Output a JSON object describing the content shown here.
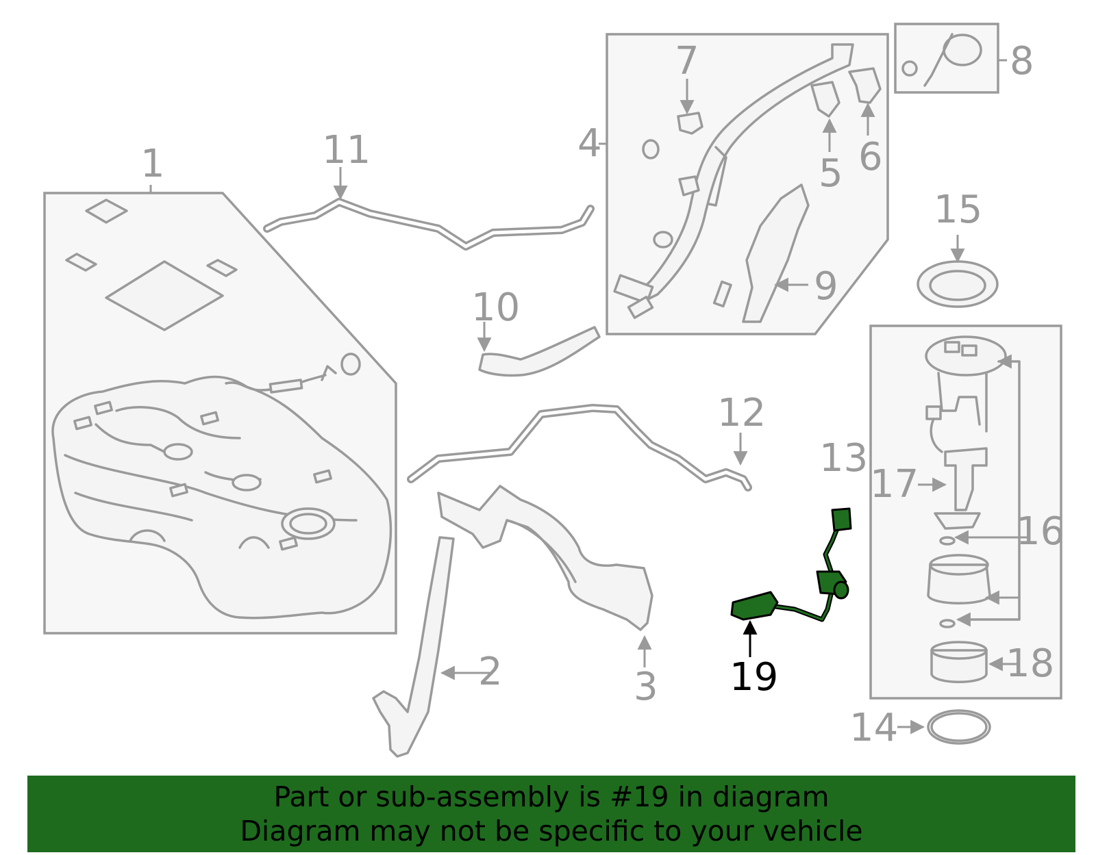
{
  "callouts": {
    "c1": "1",
    "c2": "2",
    "c3": "3",
    "c4": "4",
    "c5": "5",
    "c6": "6",
    "c7": "7",
    "c8": "8",
    "c9": "9",
    "c10": "10",
    "c11": "11",
    "c12": "12",
    "c13": "13",
    "c14": "14",
    "c15": "15",
    "c16": "16",
    "c17": "17",
    "c18": "18",
    "c19": "19"
  },
  "highlighted_part": "19",
  "colors": {
    "banner": "#1e6b1e",
    "highlight": "#1f6e1f",
    "lines": "#9a9a9a"
  },
  "banner": {
    "line1": "Part or sub-assembly is #19 in diagram",
    "line2": "Diagram may not be specific to your vehicle"
  }
}
